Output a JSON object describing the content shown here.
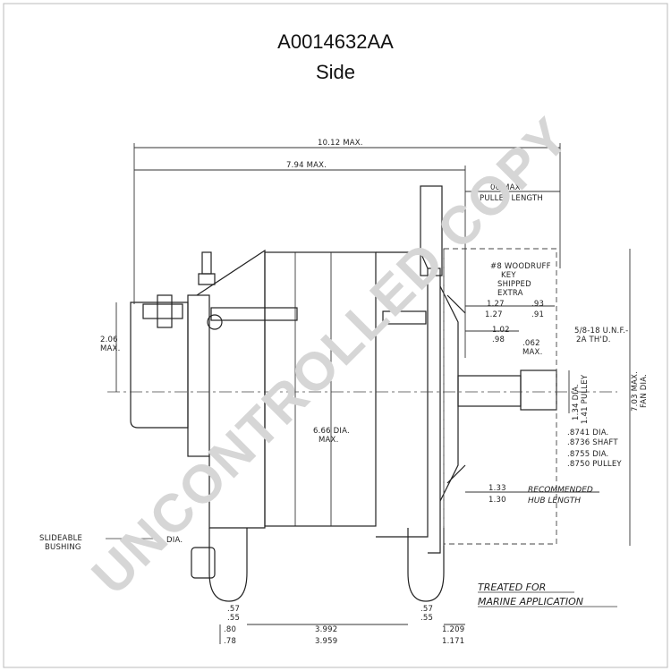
{
  "header": {
    "part_number": "A0014632AA",
    "view": "Side"
  },
  "watermark": "UNCONTROLLED COPY",
  "dimensions": {
    "overall_length": "10.12 MAX.",
    "body_length": "7.94 MAX.",
    "pulley_length": "00 MAX.",
    "pulley_length_label": "PULLEY LENGTH",
    "woodruff_key": "#8 WOODRUFF",
    "woodruff_key_2": "KEY",
    "key_shipped": "SHIPPED",
    "key_extra": "EXTRA",
    "d127": "1.27",
    "d93": ".93",
    "d127b": "1.27",
    "d91": ".91",
    "d102": "1.02",
    "d98": ".98",
    "d062": ".062",
    "d062max": "MAX.",
    "thread": "5/8-18 U.N.F.-",
    "thread2": "2A TH'D.",
    "height_206": "2.06",
    "height_206_max": "MAX.",
    "dia_666": "6.66 DIA.",
    "dia_666_max": "MAX.",
    "dia_134": "1.34 DIA.",
    "pulley_141": "1.41 PULLEY",
    "fan_703": "7.03 MAX.",
    "fan_dia": "FAN DIA.",
    "d8741": ".8741 DIA.",
    "d8736": ".8736 SHAFT",
    "d8755": ".8755 DIA.",
    "d8750": ".8750 PULLEY",
    "d133": "1.33",
    "d130": "1.30",
    "recommended": "RECOMMENDED",
    "hub_length": "HUB LENGTH",
    "slideable": "SLIDEABLE",
    "bushing": "BUSHING",
    "bushing_dia": "DIA.",
    "d57a": ".57",
    "d55a": ".55",
    "d80": ".80",
    "d78": ".78",
    "d3992": "3.992",
    "d3959": "3.959",
    "d57b": ".57",
    "d55b": ".55",
    "d1209": "1.209",
    "d1171": "1.171",
    "treated": "TREATED  FOR",
    "marine": "MARINE  APPLICATION"
  }
}
